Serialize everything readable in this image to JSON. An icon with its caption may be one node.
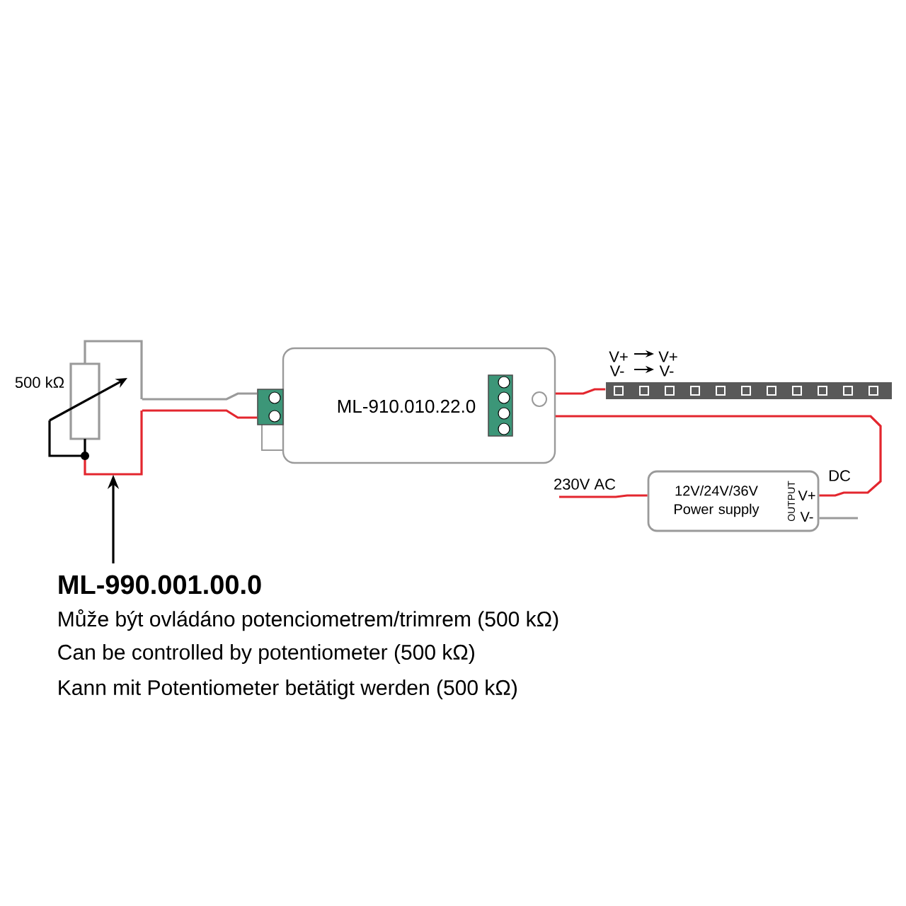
{
  "diagram": {
    "title": "ML-990.001.00.0",
    "nodes": [
      {
        "text": [],
        "shape": "picture",
        "beside": [
          "500 kΩ"
        ]
      },
      {
        "text": [
          "ML-910.010.22.0"
        ]
      },
      {
        "text": [],
        "shape": "bar",
        "beside": [
          "V+",
          "V+",
          "V-",
          "V-"
        ]
      },
      {
        "text": [
          "12V/24V/36V Power supply",
          "OUTPUT",
          "V+",
          "V-"
        ],
        "beside": [
          "DC"
        ]
      }
    ],
    "edges": [
      {
        "from": 0,
        "to": 1,
        "arrow": "none",
        "color": "#9a9a9a"
      },
      {
        "from": 0,
        "to": 1,
        "arrow": "none",
        "color": "#e3262e"
      },
      {
        "from": 1,
        "to": 2,
        "arrow": "none",
        "color": "#e3262e"
      },
      {
        "from": 1,
        "to": 3,
        "arrow": "none",
        "color": "#e3262e"
      },
      {
        "from": null,
        "to": 3,
        "arrow": "none",
        "color": "#e3262e",
        "label": "230V AC"
      },
      {
        "from": 3,
        "to": null,
        "arrow": "none",
        "color": "#9a9a9a"
      },
      {
        "from": null,
        "to": 0,
        "arrow": "to",
        "color": "#000000"
      }
    ],
    "labels": [
      "Může být ovládáno potenciometrem/trimrem (500 kΩ)",
      "Can be controlled by potentiometer (500 kΩ)",
      "Kann mit Potentiometer betätigt werden (500 kΩ)"
    ]
  }
}
